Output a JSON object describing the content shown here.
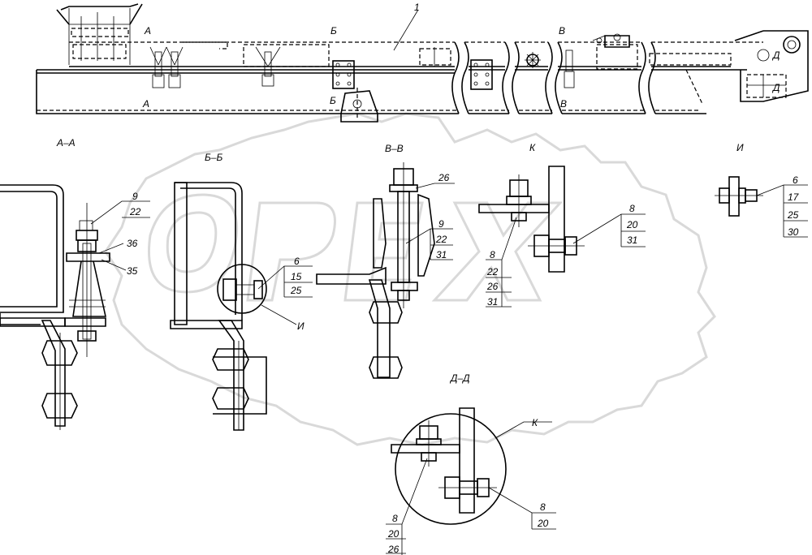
{
  "drawing": {
    "part_number": "1",
    "section_labels": {
      "aa": "А–А",
      "bb": "Б–Б",
      "vv": "В–В",
      "k": "К",
      "i": "И",
      "dd": "Д–Д"
    },
    "cut_markers": {
      "a": "А",
      "b": "Б",
      "v": "В",
      "d": "Д"
    },
    "callouts": {
      "aa_9": "9",
      "aa_22": "22",
      "aa_36": "36",
      "aa_35": "35",
      "bb_6": "6",
      "bb_15": "15",
      "bb_25": "25",
      "bb_i": "И",
      "vv_26": "26",
      "vv_9": "9",
      "vv_22": "22",
      "vv_31": "31",
      "k_8": "8",
      "k_22": "22",
      "k_26": "26",
      "k_31": "31",
      "k_8b": "8",
      "k_20b": "20",
      "k_31b": "31",
      "i_6": "6",
      "i_17": "17",
      "i_25": "25",
      "i_30": "30",
      "dd_k": "К",
      "dd_8": "8",
      "dd_20": "20",
      "dd_26": "26",
      "dd_8b": "8",
      "dd_20b": "20"
    },
    "watermark": "ОРЕХ"
  }
}
